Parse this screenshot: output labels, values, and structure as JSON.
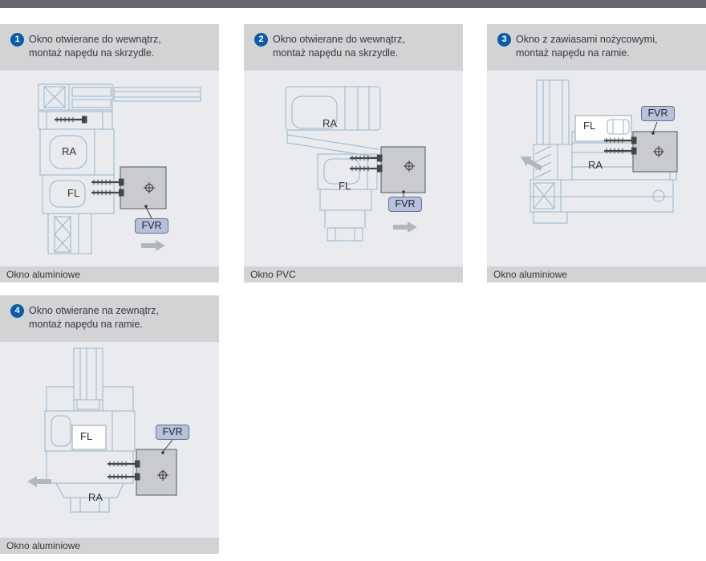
{
  "colors": {
    "topbar": "#66696d",
    "header-bg": "#d2d3d5",
    "diagram-bg": "#e9ebee",
    "badge": "#0d5ba5",
    "fvr-bg": "#b7c1dc",
    "line": "#98b4cf"
  },
  "panels": [
    {
      "number": "1",
      "title": "Okno otwierane do wewnątrz,\nmontaż napędu na skrzydle.",
      "caption": "Okno aluminiowe",
      "label_ra": "RA",
      "label_fl": "FL",
      "label_fvr": "FVR"
    },
    {
      "number": "2",
      "title": "Okno otwierane do wewnątrz,\nmontaż napędu na skrzydle.",
      "caption": "Okno PVC",
      "label_ra": "RA",
      "label_fl": "FL",
      "label_fvr": "FVR"
    },
    {
      "number": "3",
      "title": "Okno z zawiasami nożycowymi,\nmontaż napędu na ramie.",
      "caption": "Okno aluminiowe",
      "label_ra": "RA",
      "label_fl": "FL",
      "label_fvr": "FVR"
    },
    {
      "number": "4",
      "title": "Okno otwierane na zewnątrz,\nmontaż napędu na ramie.",
      "caption": "Okno aluminiowe",
      "label_ra": "RA",
      "label_fl": "FL",
      "label_fvr": "FVR"
    }
  ]
}
